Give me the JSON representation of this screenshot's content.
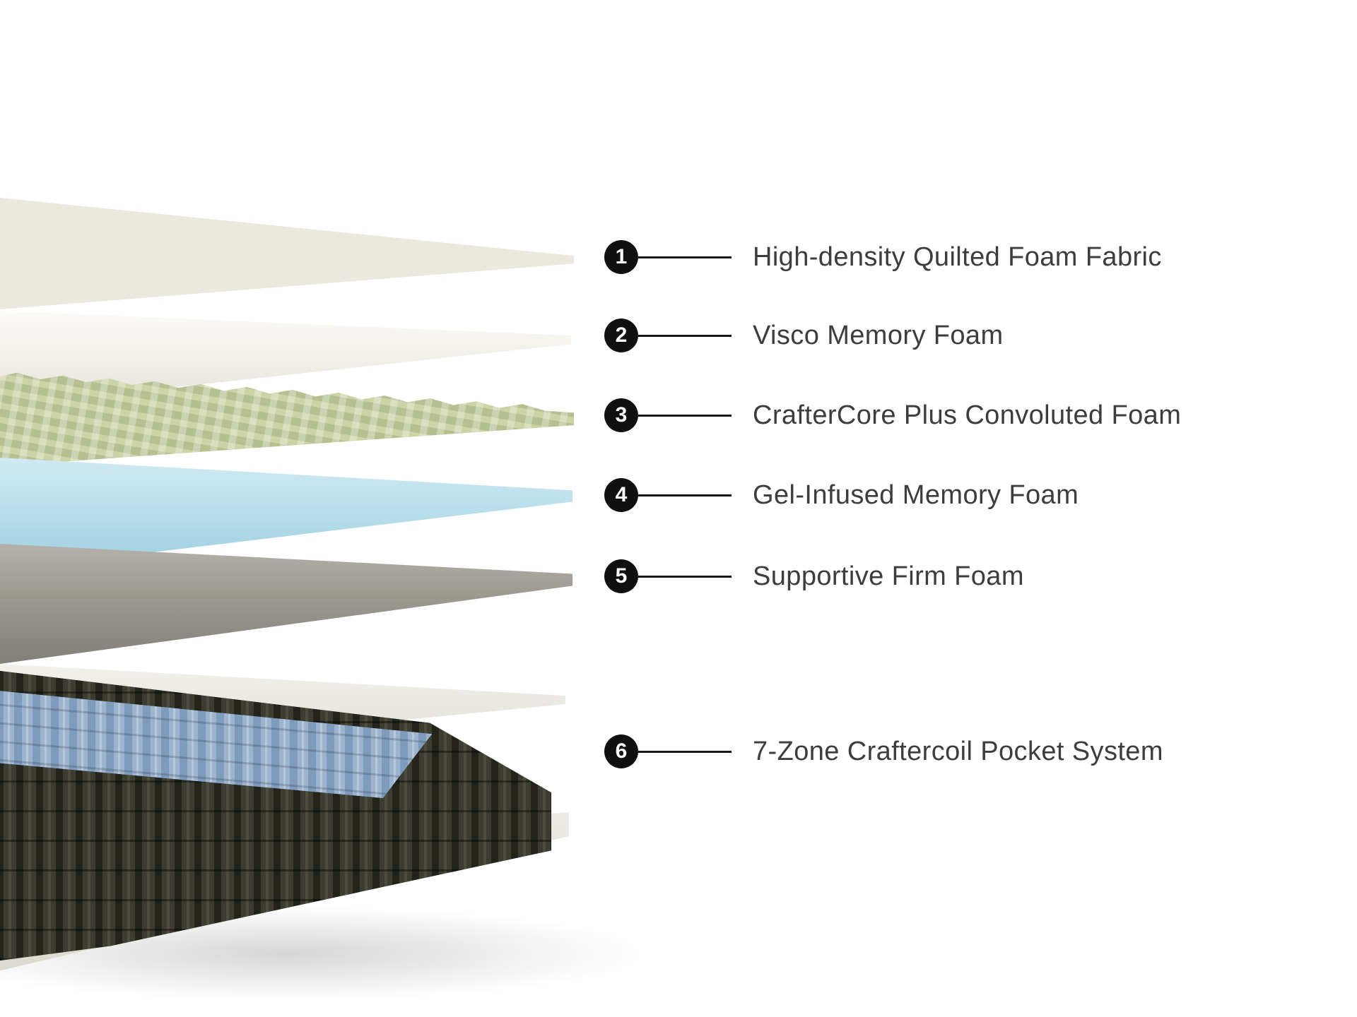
{
  "layers": [
    {
      "number": "1",
      "label": "High-density Quilted Foam Fabric",
      "color": "#ebe9df"
    },
    {
      "number": "2",
      "label": "Visco Memory Foam",
      "color": "#f4f3ee"
    },
    {
      "number": "3",
      "label": "CrafterCore Plus Convoluted Foam",
      "color": "#c2ca9c"
    },
    {
      "number": "4",
      "label": "Gel-Infused Memory Foam",
      "color": "#b7ddeb"
    },
    {
      "number": "5",
      "label": "Supportive Firm Foam",
      "color": "#97948c"
    },
    {
      "number": "6",
      "label": "7-Zone Craftercoil Pocket System",
      "color": "#2e2e26",
      "accent_color": "#93aac7"
    }
  ],
  "style": {
    "badge_bg": "#101010",
    "badge_text": "#ffffff",
    "connector_color": "#161616",
    "label_color": "#3d3d3d",
    "background": "#ffffff"
  }
}
